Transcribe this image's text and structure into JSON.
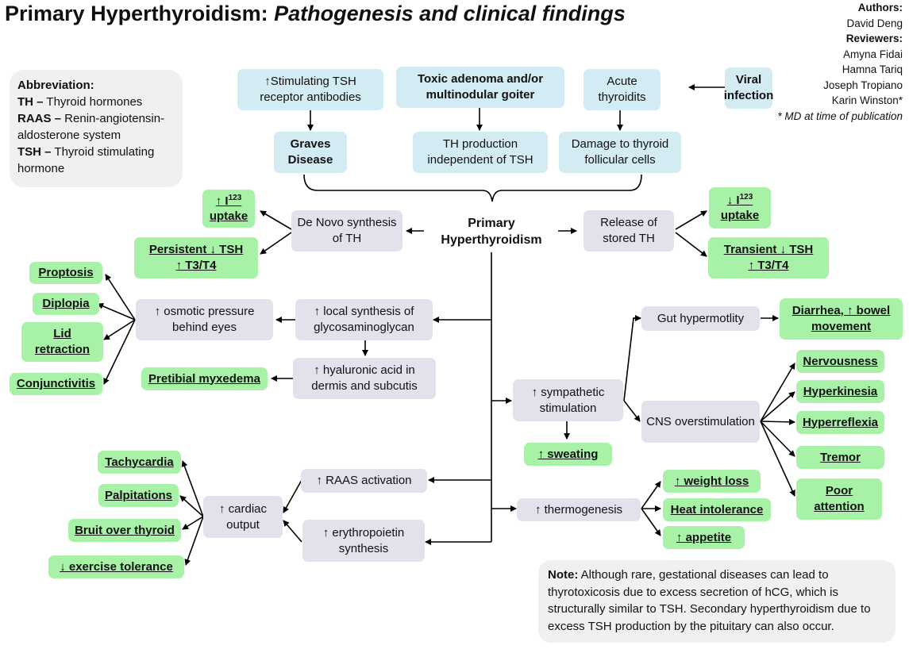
{
  "title": {
    "main": "Primary Hyperthyroidism:",
    "sub": "Pathogenesis and clinical findings"
  },
  "credits": {
    "authors_label": "Authors:",
    "authors": [
      "David Deng"
    ],
    "reviewers_label": "Reviewers:",
    "reviewers": [
      "Amyna Fidai",
      "Hamna Tariq",
      "Joseph Tropiano",
      "Karin Winston*"
    ],
    "footnote": "* MD at time of publication"
  },
  "abbreviation": {
    "heading": "Abbreviation:",
    "items": [
      {
        "term": "TH –",
        "def": " Thyroid hormones"
      },
      {
        "term": "RAAS –",
        "def": " Renin-angiotensin-aldosterone system"
      },
      {
        "term": "TSH –",
        "def": " Thyroid stimulating hormone"
      }
    ]
  },
  "causes": {
    "stim_ab": "↑Stimulating TSH receptor antibodies",
    "toxic": "Toxic adenoma and/or multinodular goiter",
    "acute": "Acute thyroidits",
    "viral": "Viral infection",
    "graves": "Graves Disease",
    "th_indep": "TH production independent of TSH",
    "damage": "Damage to thyroid follicular cells"
  },
  "center": "Primary Hyperthyroidism",
  "left_branch": {
    "denovo": "De Novo synthesis of TH",
    "i123_up_arrow": "↑ I",
    "i123_sup": "123",
    "i123_up_tail": "uptake",
    "tsh_persist_1": "Persistent ↓ TSH",
    "tsh_persist_2": "↑ T3/T4"
  },
  "right_branch": {
    "release": "Release of stored TH",
    "i123_down_arrow": "↓ I",
    "i123_sup": "123",
    "i123_down_tail": "uptake",
    "tsh_trans_1": "Transient ↓ TSH",
    "tsh_trans_2": "↑ T3/T4"
  },
  "eye": {
    "local_synth": "↑ local synthesis of glycosaminoglycan",
    "osmotic": "↑ osmotic pressure behind eyes",
    "hyaluronic": "↑ hyaluronic acid in dermis and subcutis",
    "pretibial": "Pretibial myxedema",
    "findings": [
      "Proptosis",
      "Diplopia",
      "Lid retraction",
      "Conjunctivitis"
    ]
  },
  "cardiac": {
    "raas": "↑ RAAS activation",
    "epo": "↑ erythropoietin synthesis",
    "output": "↑ cardiac output",
    "findings": [
      "Tachycardia",
      "Palpitations",
      "Bruit over thyroid",
      "↓ exercise tolerance"
    ]
  },
  "sympathetic": {
    "stim": "↑ sympathetic stimulation",
    "sweating": "↑ sweating",
    "gut": "Gut hypermotlity",
    "diarrhea": "Diarrhea, ↑ bowel movement",
    "cns": "CNS overstimulation",
    "cns_findings": [
      "Nervousness",
      "Hyperkinesia",
      "Hyperreflexia",
      "Tremor",
      "Poor attention"
    ]
  },
  "thermo": {
    "label": "↑ thermogenesis",
    "findings": [
      "↑ weight loss",
      "Heat intolerance",
      "↑ appetite"
    ]
  },
  "note": {
    "label": "Note:",
    "text": " Although rare, gestational diseases can lead to thyrotoxicosis due to excess secretion of hCG, which is structurally similar to TSH. Secondary hyperthyroidism due to excess TSH production by the pituitary can also occur."
  }
}
